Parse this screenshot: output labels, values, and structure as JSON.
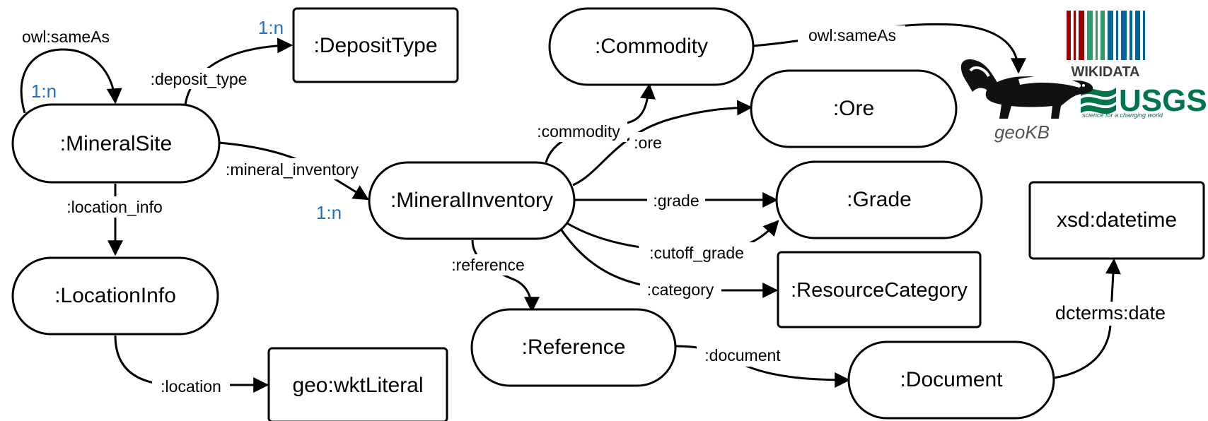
{
  "colors": {
    "cardinality": "#1f6fd1",
    "wikidata_bars": [
      "#990000",
      "#339966",
      "#006699"
    ],
    "usgs": "#00754a",
    "geokb_text": "#555555"
  },
  "nodes": {
    "mineral_site": ":MineralSite",
    "deposit_type": ":DepositType",
    "commodity": ":Commodity",
    "ore": ":Ore",
    "mineral_inventory": ":MineralInventory",
    "grade": ":Grade",
    "location_info": ":LocationInfo",
    "resource_category": ":ResourceCategory",
    "reference": ":Reference",
    "document": ":Document",
    "wkt_literal": "geo:wktLiteral",
    "xsd_datetime": "xsd:datetime"
  },
  "edges": {
    "site_same_as": "owl:sameAs",
    "deposit_type": ":deposit_type",
    "mineral_inventory": ":mineral_inventory",
    "location_info": ":location_info",
    "location": ":location",
    "commodity": ":commodity",
    "ore": ":ore",
    "grade": ":grade",
    "cutoff_grade": ":cutoff_grade",
    "category": ":category",
    "reference": ":reference",
    "document": ":document",
    "dcterms_date": "dcterms:date",
    "commodity_same_as": "owl:sameAs"
  },
  "cardinalities": {
    "site_same_as": "1:n",
    "deposit_type": "1:n",
    "mineral_inventory": "1:n"
  },
  "logos": {
    "wikidata": "WIKIDATA",
    "usgs": "USGS",
    "usgs_tagline": "science for a changing world",
    "geokb": "geoKB"
  }
}
